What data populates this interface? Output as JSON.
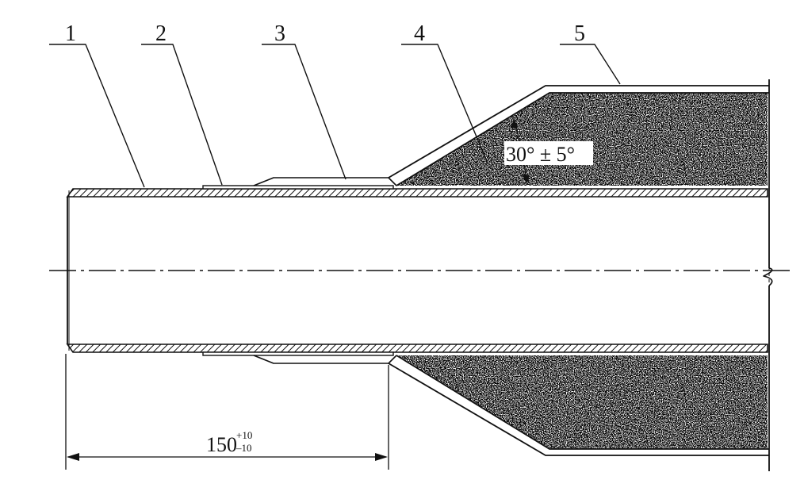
{
  "callouts": {
    "c1": "1",
    "c2": "2",
    "c3": "3",
    "c4": "4",
    "c5": "5"
  },
  "angle_label": "30° ± 5°",
  "length_dimension": {
    "value": "150",
    "upper_tolerance": "+10",
    "lower_tolerance": "–10"
  },
  "colors": {
    "line": "#111111",
    "background": "#ffffff"
  }
}
